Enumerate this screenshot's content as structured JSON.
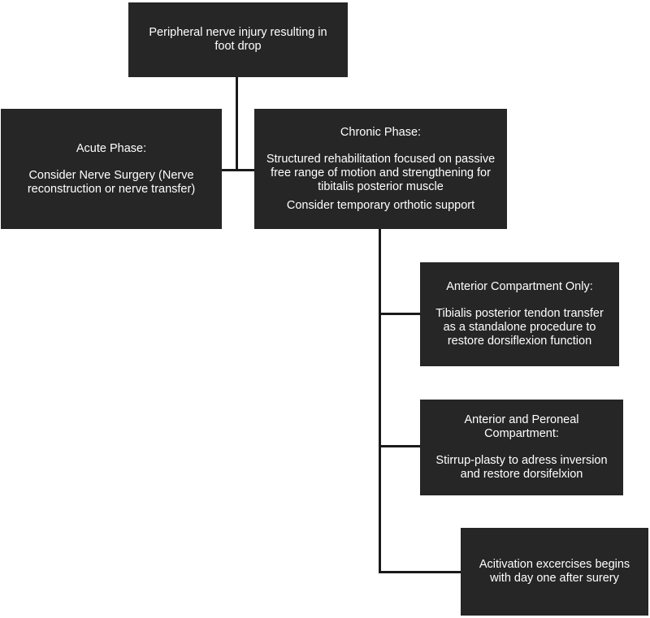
{
  "root": {
    "lines": [
      "Peripheral nerve injury resulting in",
      "foot drop"
    ]
  },
  "acute": {
    "heading": "Acute Phase:",
    "lines": [
      "Consider Nerve Surgery (Nerve",
      "reconstruction or nerve transfer)"
    ]
  },
  "chronic": {
    "heading": "Chronic Phase:",
    "lines": [
      "Structured rehabilitation focused on passive",
      "free range of motion and strengthening for",
      "tibitalis posterior muscle"
    ],
    "extra": "Consider temporary orthotic support"
  },
  "anterior_only": {
    "heading": "Anterior Compartment Only:",
    "lines": [
      "Tibialis posterior tendon transfer",
      "as a standalone procedure to",
      "restore dorsiflexion function"
    ]
  },
  "anterior_peroneal": {
    "heading_lines": [
      "Anterior and Peroneal",
      "Compartment:"
    ],
    "lines": [
      "Stirrup-plasty to adress inversion",
      "and restore dorsifelxion"
    ]
  },
  "activation": {
    "lines": [
      "Acitivation excercises begins",
      "with day one after surery"
    ]
  },
  "colors": {
    "box_fill": "#262626",
    "text": "#ffffff",
    "connector": "#1a1a1a"
  }
}
